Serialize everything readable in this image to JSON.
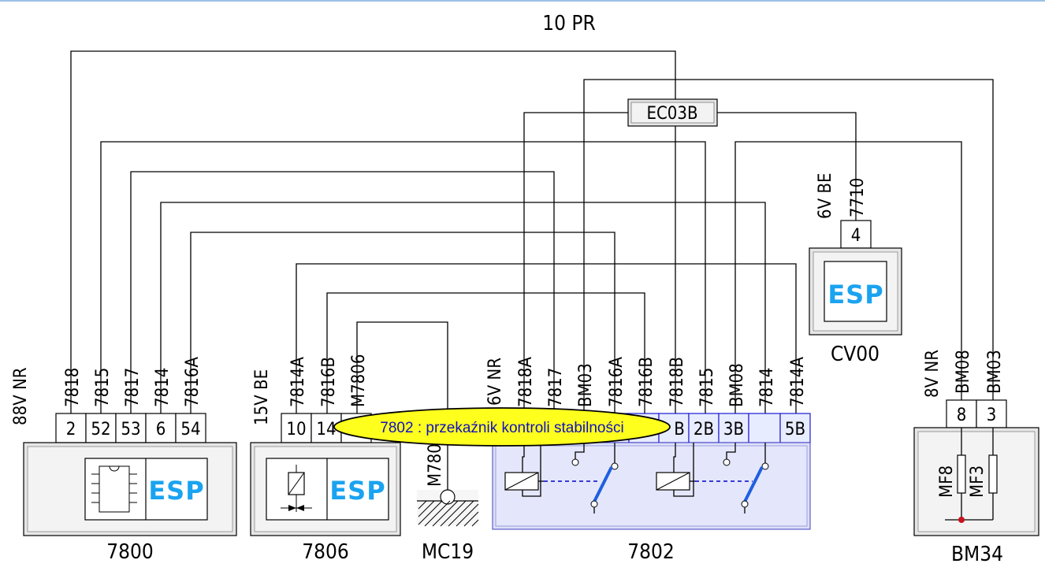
{
  "diagram": {
    "title": "10 PR",
    "splice": "EC03B",
    "tooltip": "7802 : przekaźnik kontroli stabilności",
    "esp_label": "ESP",
    "components": {
      "c7800": {
        "id": "7800",
        "connector": "88V  NR",
        "pins": [
          "2",
          "52",
          "53",
          "6",
          "54"
        ],
        "wires": [
          "7818",
          "7815",
          "7817",
          "7814",
          "7816A"
        ]
      },
      "c7806": {
        "id": "7806",
        "connector": "15V  BE",
        "pins": [
          "10",
          "14",
          ""
        ],
        "wires": [
          "7814A",
          "7816B",
          "M7806"
        ]
      },
      "mc19": {
        "id": "MC19",
        "wire": "M780"
      },
      "c7802": {
        "id": "7802",
        "connector": "6V  NR",
        "pins": [
          "",
          "",
          "",
          "",
          "",
          "B",
          "2B",
          "3B",
          "",
          "5B"
        ],
        "wires": [
          "7818A",
          "7817",
          "BM03",
          "7816A",
          "7816B",
          "7818B",
          "7815",
          "BM08",
          "7814",
          "7814A"
        ]
      },
      "cv00": {
        "id": "CV00",
        "connector": "6V  BE",
        "pin": "4",
        "wire": "7710"
      },
      "bm34": {
        "id": "BM34",
        "connector": "8V  NR",
        "pins": [
          "8",
          "3"
        ],
        "wires": [
          "BM08",
          "BM03"
        ],
        "fuses": [
          "MF8",
          "MF3"
        ]
      }
    }
  }
}
